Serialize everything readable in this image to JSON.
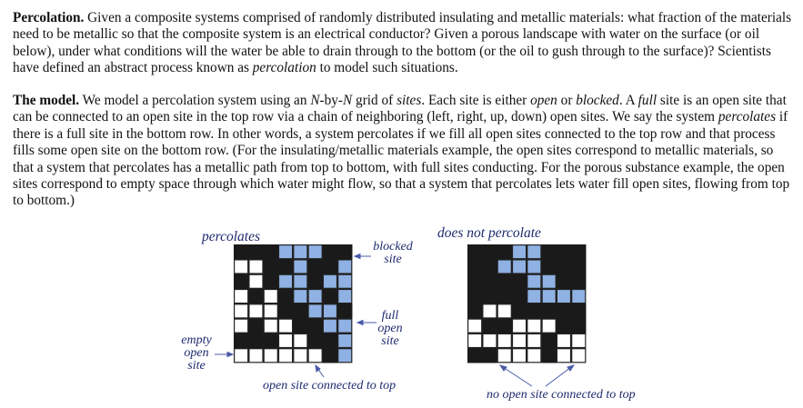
{
  "p1": {
    "lead": "Percolation.",
    "t1": " Given a composite systems comprised of randomly distributed insulating and metallic materials: what fraction of the materials need to be metallic so that the composite system is an electrical conductor? Given a porous landscape with water on the surface (or oil below), under what conditions will the water be able to drain through to the bottom (or the oil to gush through to the surface)? Scientists have defined an abstract process known as ",
    "em1": "percolation",
    "t2": " to model such situations."
  },
  "p2": {
    "lead": "The model.",
    "t1": " We model a percolation system using an ",
    "em1": "N",
    "t2": "-by-",
    "em2": "N",
    "t3": " grid of ",
    "em3": "sites",
    "t4": ". Each site is either ",
    "em4": "open",
    "t5": " or ",
    "em5": "blocked",
    "t6": ". A ",
    "em6": "full",
    "t7": " site is an open site that can be connected to an open site in the top row via a chain of neighboring (left, right, up, down) open sites. We say the system ",
    "em7": "percolates",
    "t8": " if there is a full site in the bottom row. In other words, a system percolates if we fill all open sites connected to the top row and that process fills some open site on the bottom row. (For the insulating/metallic materials example, the open sites correspond to metallic materials, so that a system that percolates has a metallic path from top to bottom, with full sites conducting. For the porous substance example, the open sites correspond to empty space through which water might flow, so that a system that percolates lets water fill open sites, flowing from top to bottom.)"
  },
  "figure": {
    "percolates_title": "percolates",
    "not_percolates_title": "does not percolate",
    "blocked_site_line1": "blocked",
    "blocked_site_line2": "site",
    "full_open_site_line1": "full",
    "full_open_site_line2": "open",
    "full_open_site_line3": "site",
    "empty_open_site_line1": "empty",
    "empty_open_site_line2": "open",
    "empty_open_site_line3": "site",
    "open_connected_label": "open site connected to top",
    "no_open_connected_label": "no open site connected to top",
    "colors": {
      "blocked": "#1a1a1a",
      "full": "#8fb1e3",
      "empty": "#ffffff",
      "label": "#1e2a6e",
      "line": "#4a5aa8"
    },
    "grid_percolates": [
      "BBBFFFBB",
      "EEBBFBBF",
      "BEBFFBFF",
      "EBEBFFBF",
      "EEEBBFFB",
      "EBEEBBFF",
      "BBBEEBBF",
      "EEEEEEBF"
    ],
    "grid_not_percolates": [
      "BBBFFBBB",
      "BBFFFBBB",
      "BBBBFFBB",
      "BBBBFFFF",
      "BEEBBBBB",
      "EBBEEEBB",
      "EEEEEBEE",
      "BBEEEBEE"
    ]
  }
}
